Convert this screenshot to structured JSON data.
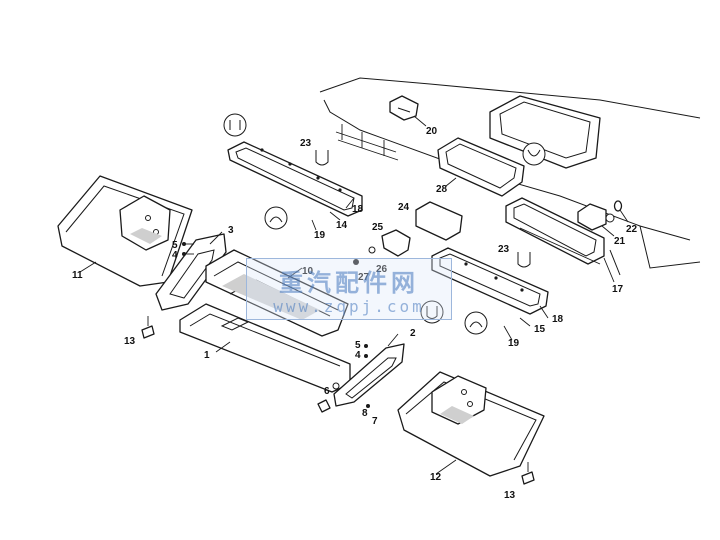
{
  "watermark": {
    "title": "重汽配件网",
    "url": "www.zqpj.com"
  },
  "callouts": {
    "c1": "1",
    "c2": "2",
    "c3": "3",
    "c4a": "4",
    "c4b": "4",
    "c5a": "5",
    "c5b": "5",
    "c6": "6",
    "c7": "7",
    "c8": "8",
    "c10": "10",
    "c11": "11",
    "c12": "12",
    "c13a": "13",
    "c13b": "13",
    "c14": "14",
    "c15": "15",
    "c17": "17",
    "c18a": "18",
    "c18b": "18",
    "c19a": "19",
    "c19b": "19",
    "c20": "20",
    "c21": "21",
    "c22": "22",
    "c23a": "23",
    "c23b": "23",
    "c24": "24",
    "c25": "25",
    "c26": "26",
    "c27": "27",
    "c28": "28"
  },
  "colors": {
    "line": "#1a1a1a",
    "watermark": "#4678be"
  }
}
